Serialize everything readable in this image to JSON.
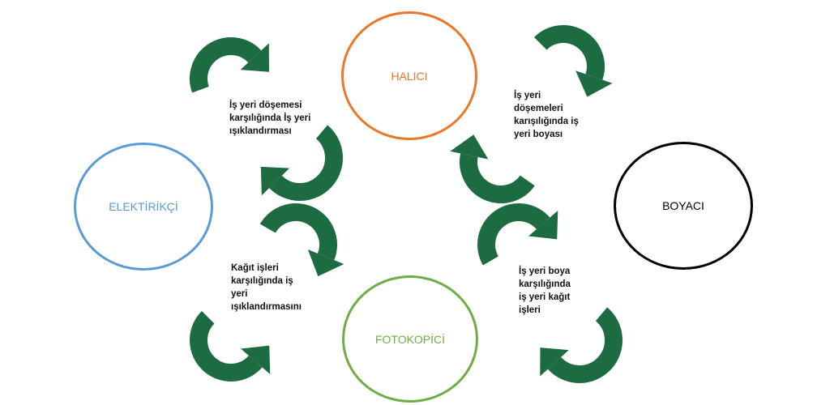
{
  "nodes": {
    "halici": {
      "label": "HALICI",
      "color": "#e8782a"
    },
    "elektirikci": {
      "label": "ELEKTİRİKÇİ",
      "color": "#5b9bd5"
    },
    "boyaci": {
      "label": "BOYACI",
      "color": "#000000"
    },
    "fotokopici": {
      "label": "FOTOKOPİCİ",
      "color": "#70ad47"
    }
  },
  "exchanges": [
    "İş yeri döşemesi\nkarşılığında İş yeri\nışıklandırması",
    "İş yeri\ndöşemeleri\nkarışılığında iş\nyeri boyası",
    "Kağıt işleri\nkarşılığında iş\nyeri\nışıklandırmasını",
    "İş yeri boya\nkarşılığında\niş yeri kağıt\nişleri"
  ],
  "arrow_color": "#1d6b41"
}
